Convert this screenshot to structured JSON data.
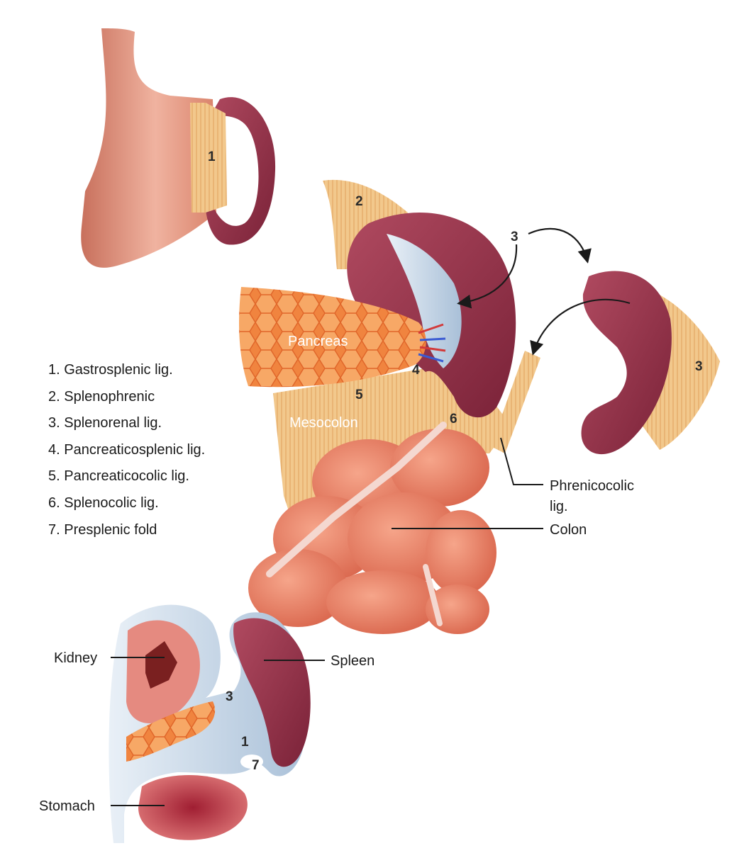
{
  "numbers": {
    "n1_top": "1",
    "n2": "2",
    "n3_top": "3",
    "n3_right": "3",
    "n4": "4",
    "n5": "5",
    "n6": "6",
    "n3_bottom": "3",
    "n1_bottom": "1",
    "n7": "7"
  },
  "labels": {
    "pancreas": "Pancreas",
    "mesocolon": "Mesocolon",
    "phrenicocolic_line1": "Phrenicocolic",
    "phrenicocolic_line2": "lig.",
    "colon": "Colon",
    "kidney": "Kidney",
    "spleen": "Spleen",
    "stomach": "Stomach"
  },
  "legend": [
    "1. Gastrosplenic lig.",
    "2. Splenophrenic",
    "3. Splenorenal lig.",
    "4. Pancreaticosplenic lig.",
    "5. Pancreaticocolic lig.",
    "6. Splenocolic lig.",
    "7. Presplenic fold"
  ],
  "colors": {
    "spleen": "#8e2c44",
    "stomach": "#d9826a",
    "ligament": "#f0c27e",
    "pancreas": "#f07a3c",
    "colon": "#e0735a",
    "peritoneum": "#c7d6e6"
  }
}
